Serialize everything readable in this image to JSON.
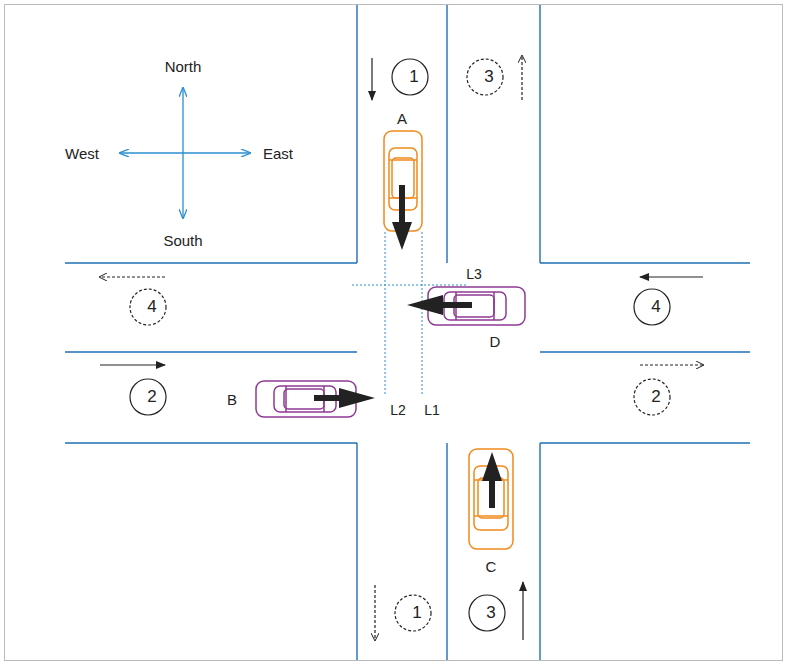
{
  "diagram": {
    "nodes": [
      {
        "text": [
          "1"
        ]
      },
      {
        "text": [
          "3"
        ]
      },
      {
        "text": [
          "4"
        ]
      },
      {
        "text": [
          "4"
        ]
      },
      {
        "text": [
          "2"
        ]
      },
      {
        "text": [
          "2"
        ]
      },
      {
        "text": [
          "1"
        ]
      },
      {
        "text": [
          "3"
        ]
      }
    ],
    "labels": [
      "North",
      "West",
      "East",
      "South",
      "A",
      "L3",
      "D",
      "B",
      "L2",
      "L1",
      "C"
    ]
  }
}
